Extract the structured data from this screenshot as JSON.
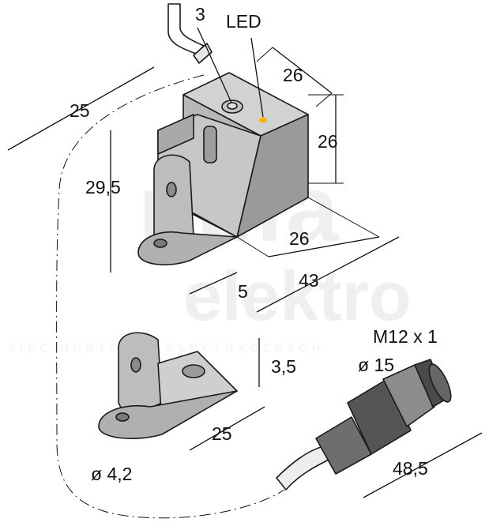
{
  "watermark": {
    "brand_top": "nufa",
    "brand_bottom": "elektro",
    "tagline": "SIEĆ HURTOWNI ELEKTRYCZNYCH"
  },
  "labels": {
    "cable_3": "3",
    "led": "LED",
    "width_26_top": "26",
    "length_25": "25",
    "height_26": "26",
    "height_29_5": "29,5",
    "width_26_bottom": "26",
    "depth_5": "5",
    "length_43": "43",
    "thread_m12": "M12 x 1",
    "dia_15": "ø 15",
    "bracket_3_5": "3,5",
    "bracket_25": "25",
    "hole_4_2": "ø 4,2",
    "connector_48_5": "48,5"
  },
  "colors": {
    "housing_top": "#d2d2d2",
    "housing_right": "#9a9a9a",
    "housing_left": "#b8b8b8",
    "bracket": "#bdbdbd",
    "led": "#f5b400",
    "connector_dark": "#555555",
    "watermark": "#efefef"
  }
}
